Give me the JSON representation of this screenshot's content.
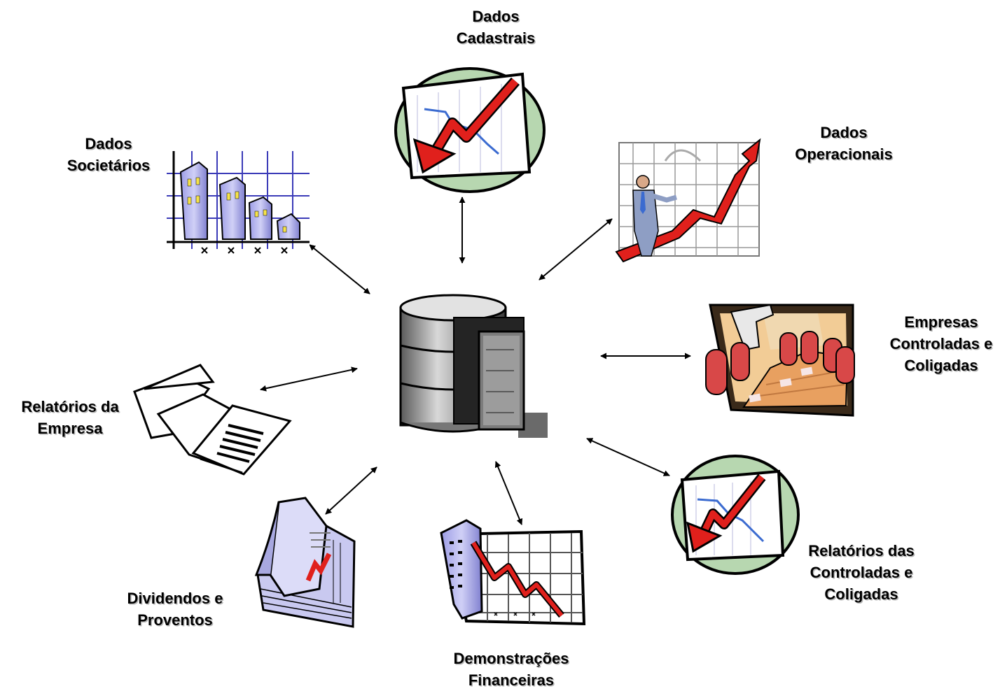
{
  "diagram": {
    "center": {
      "icon": "database-server-icon"
    },
    "nodes": [
      {
        "id": "cadastrais",
        "lines": [
          "Dados",
          "Cadastrais"
        ],
        "icon": "falling-chart-arrow-icon"
      },
      {
        "id": "operacionais",
        "lines": [
          "Dados",
          "Operacionais"
        ],
        "icon": "businessman-rising-arrow-icon"
      },
      {
        "id": "empresas",
        "lines": [
          "Empresas",
          "Controladas e",
          "Coligadas"
        ],
        "icon": "boardroom-table-icon"
      },
      {
        "id": "rel-controladas",
        "lines": [
          "Relatórios das",
          "Controladas e",
          "Coligadas"
        ],
        "icon": "falling-chart-arrow-icon"
      },
      {
        "id": "demonstracoes",
        "lines": [
          "Demonstrações",
          "Financeiras"
        ],
        "icon": "building-falling-chart-icon"
      },
      {
        "id": "dividendos",
        "lines": [
          "Dividendos e",
          "Proventos"
        ],
        "icon": "newspaper-chart-icon"
      },
      {
        "id": "rel-empresa",
        "lines": [
          "Relatórios da",
          "Empresa"
        ],
        "icon": "open-folder-document-icon"
      },
      {
        "id": "societarios",
        "lines": [
          "Dados",
          "Societários"
        ],
        "icon": "buildings-bar-chart-icon"
      }
    ],
    "connector": "double-headed-arrow",
    "colors": {
      "arrow_red": "#e0201c",
      "oval_green": "#b7d7b0",
      "grid_blue": "#3b3bb8",
      "building_lilac": "#b3b3ee",
      "chair_red": "#d84848",
      "table_orange": "#e8a060",
      "db_gray": "#9a9a9a"
    }
  }
}
